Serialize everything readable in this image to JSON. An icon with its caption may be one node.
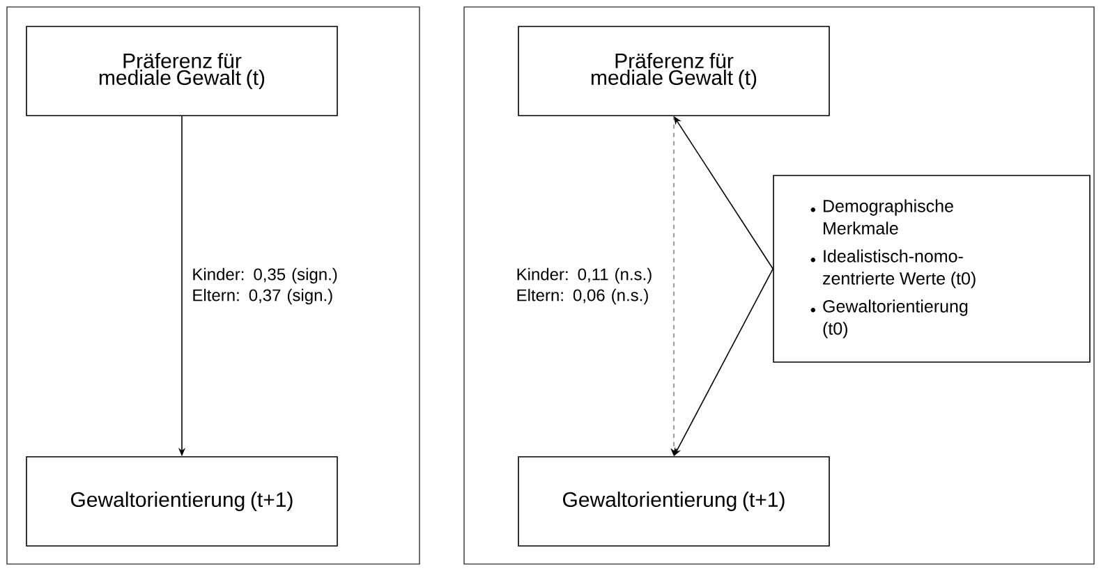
{
  "diagram": {
    "nodes": [
      {
        "text": [],
        "shape": "box"
      },
      {
        "text": [
          "Präferenz für mediale Gewalt (t)"
        ],
        "in": 0
      },
      {
        "text": [
          "Gewaltorientierung (t+1)"
        ],
        "in": 0
      },
      {
        "text": [],
        "shape": "box"
      },
      {
        "text": [
          "Präferenz für mediale Gewalt (t)"
        ],
        "in": 3
      },
      {
        "text": [
          "Gewaltorientierung (t+1)"
        ],
        "in": 3
      },
      {
        "text": [
          "Demographische Merkmale",
          "Idealistisch-nomo-zentrierte Werte (t0)",
          "Gewaltorientierung (t0)"
        ],
        "in": 3
      }
    ],
    "edges": [
      {
        "from": 1,
        "to": 2,
        "arrow": "to",
        "label": "Kinder: 0,35 (sign.) Eltern: 0,37 (sign.)"
      },
      {
        "from": 4,
        "to": 5,
        "arrow": "to",
        "style": "dashed",
        "label": "Kinder: 0,11 (n.s.) Eltern: 0,06 (n.s.)"
      },
      {
        "from": 6,
        "to": 4,
        "arrow": "to"
      },
      {
        "from": 6,
        "to": 5,
        "arrow": "to"
      }
    ]
  }
}
